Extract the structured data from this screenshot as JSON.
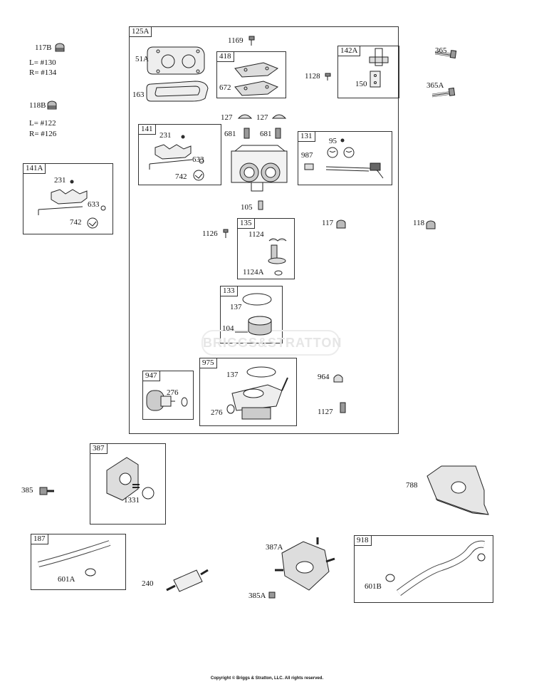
{
  "watermark": "BRIGGS&STRATTON",
  "copyright": "Copyright © Briggs & Stratton, LLC. All rights reserved.",
  "groups": {
    "g125A": "125A",
    "g418": "418",
    "g142A": "142A",
    "g141": "141",
    "g131": "131",
    "g141A": "141A",
    "g135": "135",
    "g133": "133",
    "g947": "947",
    "g975": "975",
    "g387": "387",
    "g187": "187",
    "g918": "918"
  },
  "parts": {
    "p117B": "117B",
    "l117": "L=  #130",
    "r117": "R=  #134",
    "p118B": "118B",
    "l118": "L=  #122",
    "r118": "R=  #126",
    "p51A": "51A",
    "p163": "163",
    "p1169": "1169",
    "p672": "672",
    "p1128": "1128",
    "p150": "150",
    "p365": "365",
    "p365A": "365A",
    "p127a": "127",
    "p127b": "127",
    "p231": "231",
    "p633": "633",
    "p742": "742",
    "p681a": "681",
    "p681b": "681",
    "p95": "95",
    "p987": "987",
    "p231b": "231",
    "p633b": "633",
    "p742b": "742",
    "p105": "105",
    "p1126": "1126",
    "p1124": "1124",
    "p1124A": "1124A",
    "p117": "117",
    "p118": "118",
    "p137a": "137",
    "p104": "104",
    "p276a": "276",
    "p137b": "137",
    "p276b": "276",
    "p964": "964",
    "p1127": "1127",
    "p385": "385",
    "p1331": "1331",
    "p788": "788",
    "p601A": "601A",
    "p240": "240",
    "p387A": "387A",
    "p385A": "385A",
    "p601B": "601B"
  }
}
